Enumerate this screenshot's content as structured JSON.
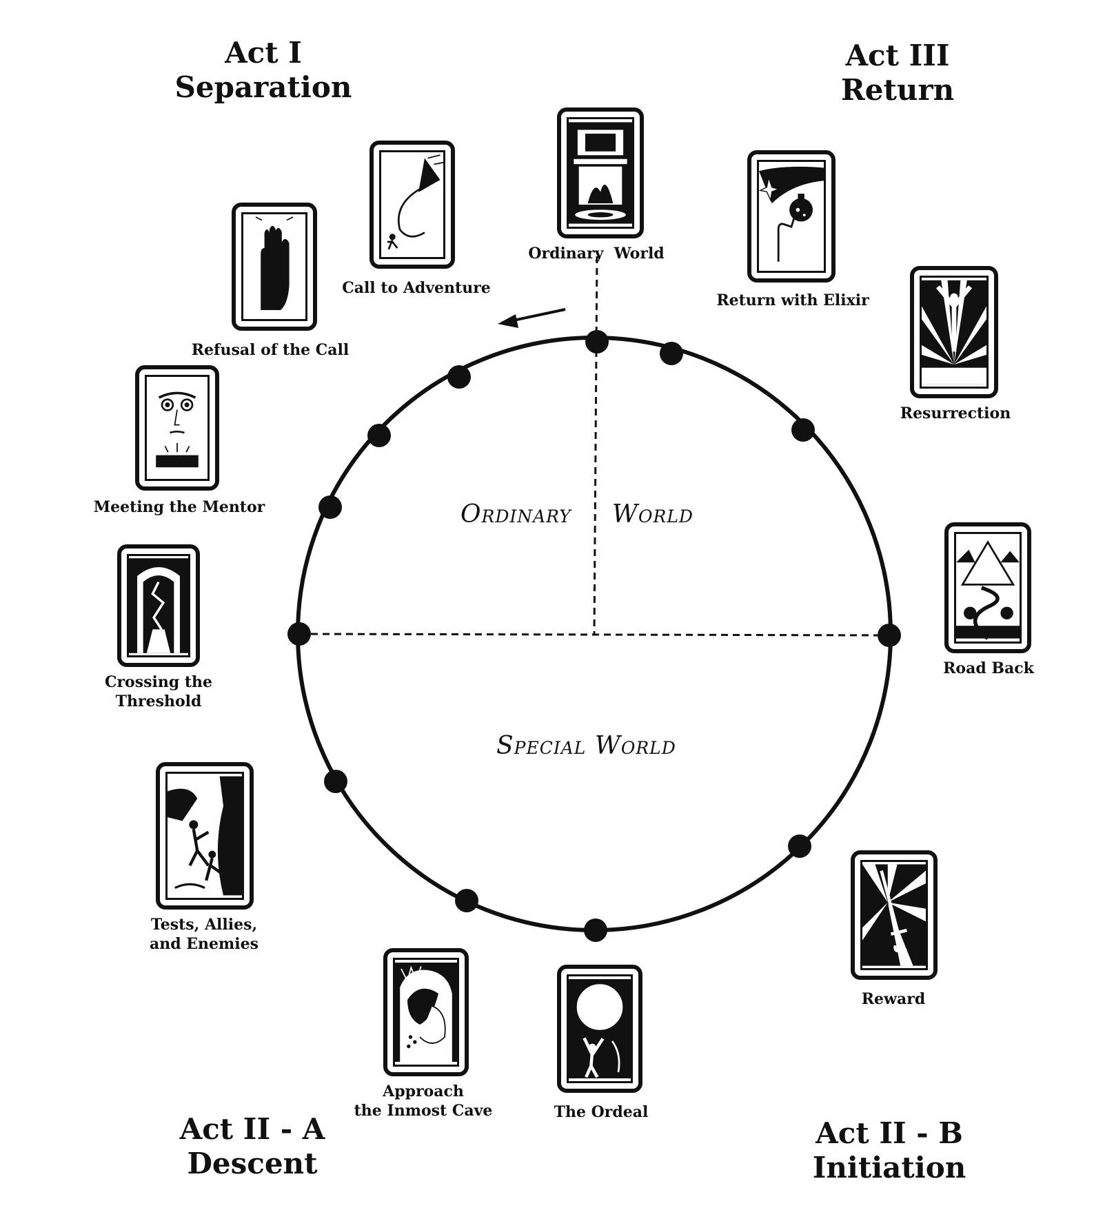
{
  "acts": {
    "act1": {
      "line1": "Act I",
      "line2": "Separation"
    },
    "act3": {
      "line1": "Act III",
      "line2": "Return"
    },
    "act2a": {
      "line1": "Act II - A",
      "line2": "Descent"
    },
    "act2b": {
      "line1": "Act II - B",
      "line2": "Initiation"
    }
  },
  "worlds": {
    "ordinary_left": "Ordinary",
    "ordinary_right": "World",
    "special": "Special World"
  },
  "stages": {
    "ordinary_world": {
      "line1": "Ordinary",
      "line2": "World"
    },
    "call_to_adventure": {
      "line1": "Call to Adventure"
    },
    "refusal_of_the_call": {
      "line1": "Refusal of the Call"
    },
    "meeting_the_mentor": {
      "line1": "Meeting the Mentor"
    },
    "crossing_the_threshold": {
      "line1": "Crossing the",
      "line2": "Threshold"
    },
    "tests_allies_enemies": {
      "line1": "Tests, Allies,",
      "line2": "and Enemies"
    },
    "approach_inmost_cave": {
      "line1": "Approach",
      "line2": "the Inmost Cave"
    },
    "the_ordeal": {
      "line1": "The Ordeal"
    },
    "reward": {
      "line1": "Reward"
    },
    "road_back": {
      "line1": "Road Back"
    },
    "resurrection": {
      "line1": "Resurrection"
    },
    "return_with_elixir": {
      "line1": "Return with Elixir"
    }
  },
  "colors": {
    "ink": "#111111",
    "paper": "#ffffff"
  }
}
